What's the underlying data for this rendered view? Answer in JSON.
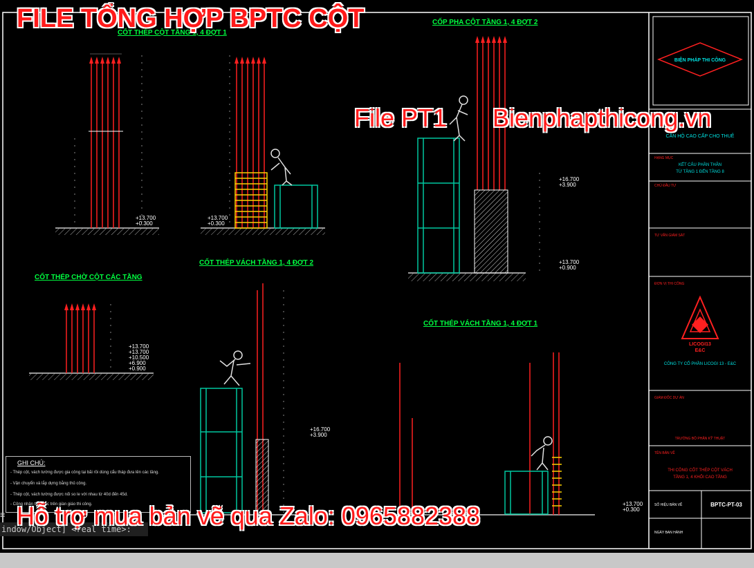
{
  "overlay": {
    "title": "FILE TỔNG HỢP BPTC CỘT",
    "file_label": "File PT1",
    "site": "Bienphapthicong.vn",
    "contact": "Hỗ trợ mua bản vẽ qua Zalo: 0965882388"
  },
  "drawings": {
    "top_left_title": "CỐT THÉP CỘT TẦNG 1, 4 ĐỢT 1",
    "formwork_title": "CỐP PHA CỘT TẦNG 1, 4 ĐỢT 2",
    "starter_title": "CỐT THÉP CHỜ CỘT CÁC TẦNG",
    "wall_rebar_2_title": "CỐT THÉP VÁCH TẦNG 1, 4 ĐỢT 2",
    "wall_rebar_1_title": "CỐT THÉP VÁCH TẦNG 1, 4 ĐỢT 1"
  },
  "levels": {
    "a": "+13.700",
    "b": "+0.900",
    "c": "+0.300",
    "d": "+3.900",
    "e": "+16.700",
    "f": "+10.500",
    "g": "+6.900",
    "h": "+0.900"
  },
  "notes": {
    "title": "GHI CHÚ:",
    "lines": [
      "- Thép cột, vách tường được gia công tại bãi rồi dùng cẩu tháp đưa lên các tầng.",
      "- Vận chuyển và lắp dựng bằng thủ công.",
      "- Thép cột, vách tường được nối so le với nhau từ 40d đến 45d.",
      "- Công nhân thao tác trên giàn giáo thi công."
    ]
  },
  "title_block": {
    "stamp": "BIỆN PHÁP THI CÔNG",
    "project_heading": "CĂN HỘ CAO CẤP CHO THUÊ",
    "section_label": "HẠNG MỤC",
    "section_value_1": "KẾT CẤU PHẦN THÂN",
    "section_value_2": "TỪ TẦNG 1 ĐẾN TẦNG 8",
    "investor_label": "CHỦ ĐẦU TƯ",
    "consultant_label": "TƯ VẤN GIÁM SÁT",
    "contractor_label": "ĐƠN VỊ THI CÔNG",
    "logo_text": "LICOGI13",
    "logo_sub": "E&C",
    "company": "CÔNG TY CỔ PHẦN LICOGI 13 - E&C",
    "director_label": "GIÁM ĐỐC DỰ ÁN",
    "director_name": "TRƯỞNG BỘ PHẬN KỸ THUẬT",
    "drawing_name_label": "TÊN BẢN VẼ",
    "drawing_name_1": "THI CÔNG CỐT THÉP CỘT VÁCH",
    "drawing_name_2": "TẦNG 1, 4 KHỐI CAO TẦNG",
    "drawing_no_label": "SỐ HIỆU BẢN VẼ",
    "drawing_no": "BPTC-PT-03",
    "date_label": "NGÀY BAN HÀNH"
  },
  "command_line": {
    "prompt": "indow/Object] <real time>:"
  },
  "colors": {
    "background": "#000000",
    "rebar": "#ff2020",
    "title_green": "#00ff40",
    "formwork_cyan": "#00e0e0",
    "overlay_red": "#ff1a1a",
    "yellow": "#ffd000"
  }
}
